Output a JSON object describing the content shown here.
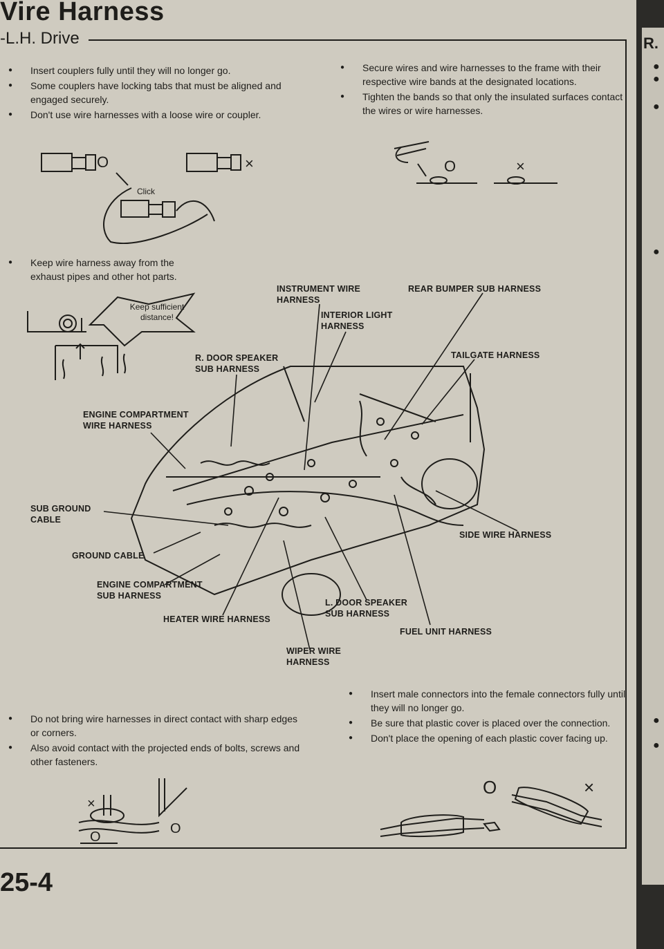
{
  "header": {
    "title": "Vire Harness",
    "subtitle": "-L.H. Drive",
    "page_number": "25-4"
  },
  "notes": {
    "top_left": [
      "Insert couplers fully until they will no longer go.",
      "Some couplers have locking tabs that must be aligned and engaged securely.",
      "Don't use wire harnesses with a loose wire or coupler."
    ],
    "top_right": [
      "Secure wires and wire harnesses to the frame with their respective wire bands at the designated locations.",
      "Tighten the bands so that only the insulated surfaces contact the wires or wire harnesses."
    ],
    "middle_left": [
      "Keep wire harness away from the exhaust pipes and other hot parts."
    ],
    "bottom_left": [
      "Do not bring wire harnesses in direct contact with sharp edges or corners.",
      "Also avoid contact with the projected ends of bolts, screws and other fasteners."
    ],
    "bottom_right": [
      "Insert male connectors into the female connectors fully until they will no longer go.",
      "Be sure that plastic cover is placed over the connection.",
      "Don't place the opening of each plastic cover facing up."
    ]
  },
  "figures": {
    "coupler_good_mark": "O",
    "coupler_bad_mark": "×",
    "click_label": "Click",
    "band_good_mark": "O",
    "band_bad_mark": "×",
    "distance_label": "Keep sufficient distance!",
    "fastener_bad_mark": "×",
    "fastener_good_mark": "O",
    "cover_good_mark": "O",
    "cover_bad_mark": "×"
  },
  "callouts": {
    "instrument": [
      "INSTRUMENT WIRE",
      "HARNESS"
    ],
    "rear_bumper": [
      "REAR BUMPER SUB HARNESS"
    ],
    "interior_light": [
      "INTERIOR LIGHT",
      "HARNESS"
    ],
    "tailgate": [
      "TAILGATE HARNESS"
    ],
    "r_door_speaker": [
      "R. DOOR SPEAKER",
      "SUB HARNESS"
    ],
    "engine_compartment": [
      "ENGINE COMPARTMENT",
      "WIRE HARNESS"
    ],
    "sub_ground": [
      "SUB GROUND",
      "CABLE"
    ],
    "ground_cable": [
      "GROUND CABLE"
    ],
    "engine_sub": [
      "ENGINE COMPARTMENT",
      "SUB HARNESS"
    ],
    "heater": [
      "HEATER WIRE HARNESS"
    ],
    "wiper": [
      "WIPER WIRE",
      "HARNESS"
    ],
    "l_door_speaker": [
      "L. DOOR SPEAKER",
      "SUB HARNESS"
    ],
    "fuel_unit": [
      "FUEL UNIT HARNESS"
    ],
    "side_wire": [
      "SIDE WIRE HARNESS"
    ]
  },
  "edge": {
    "text": "R."
  }
}
